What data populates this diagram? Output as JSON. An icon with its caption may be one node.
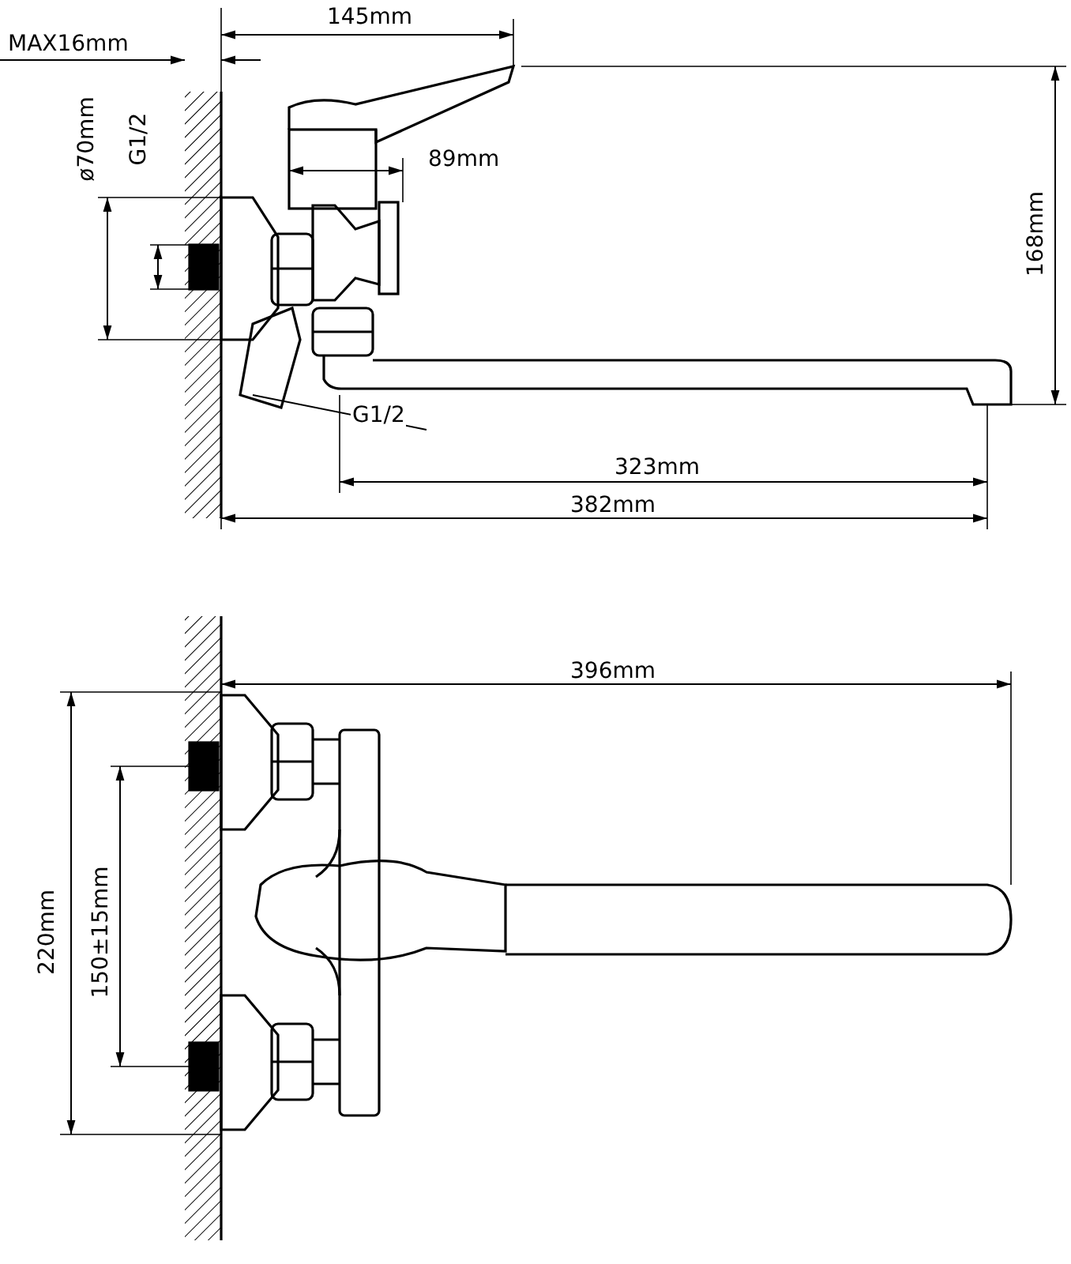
{
  "diagram": {
    "labels": [
      "MAX16mm",
      "145mm",
      "ø70mm",
      "G1/2",
      "89mm",
      "168mm",
      "G1/2",
      "323mm",
      "382mm",
      "396mm",
      "220mm",
      "150±15mm"
    ]
  }
}
